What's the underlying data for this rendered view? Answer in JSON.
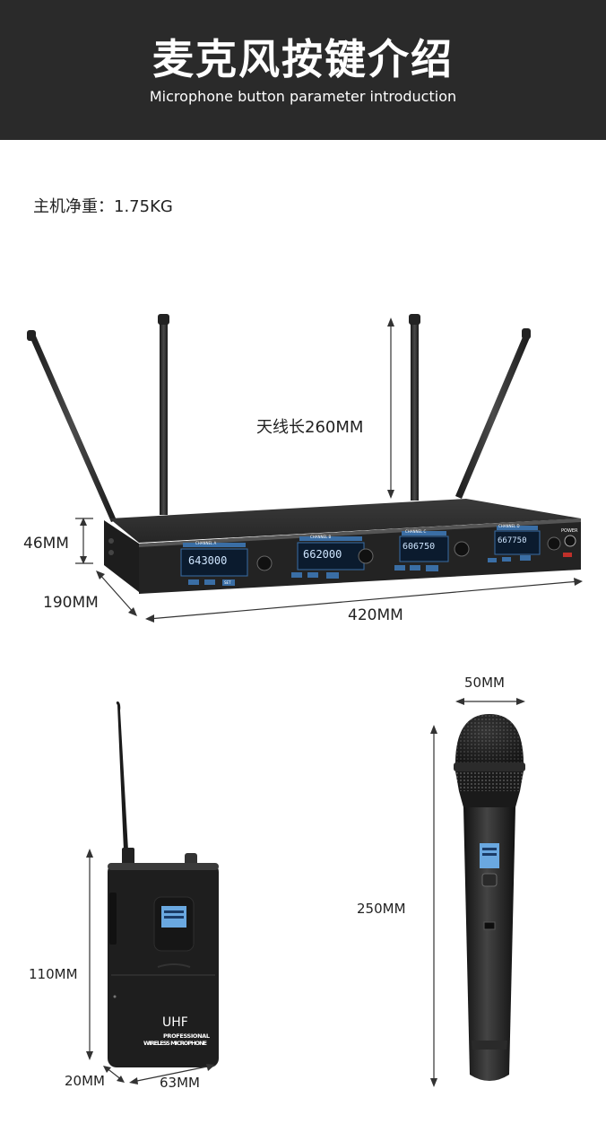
{
  "header": {
    "title": "麦克风按键介绍",
    "subtitle": "Microphone button parameter introduction"
  },
  "weight_label": "主机净重：1.75KG",
  "receiver": {
    "antenna_length": "天线长260MM",
    "height": "46MM",
    "depth": "190MM",
    "width": "420MM",
    "channels": [
      {
        "name": "CHANNEL A",
        "freq": "643000"
      },
      {
        "name": "CHANNEL B",
        "freq": "662000"
      },
      {
        "name": "CHANNEL C",
        "freq": "606750"
      },
      {
        "name": "CHANNEL D",
        "freq": "667750"
      }
    ],
    "power_label": "POWER",
    "set_label": "SET"
  },
  "bodypack": {
    "height": "110MM",
    "depth": "20MM",
    "width": "63MM",
    "brand": "UHF",
    "line1": "PROFESSIONAL",
    "line2": "WIRELESS MICROPHONE"
  },
  "handheld": {
    "width": "50MM",
    "length": "250MM"
  }
}
